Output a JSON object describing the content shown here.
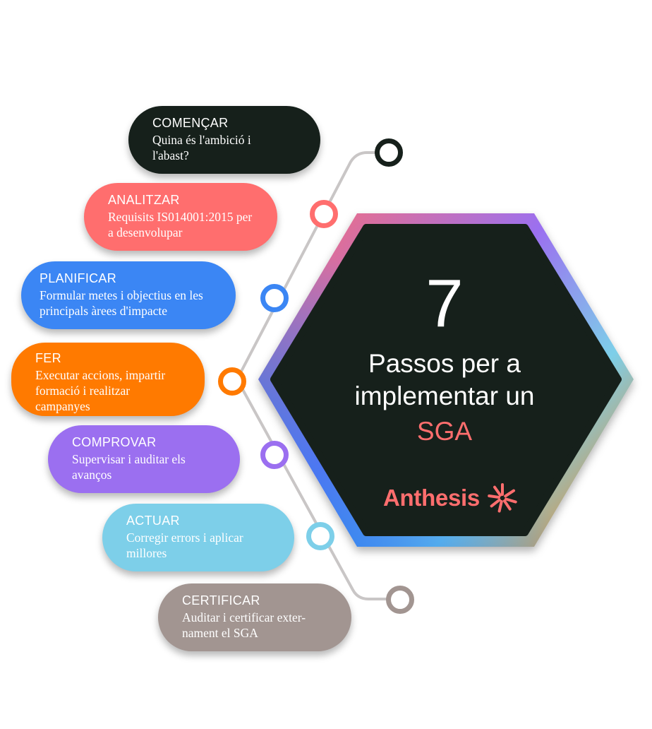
{
  "colors": {
    "dark": "#16201b",
    "coral": "#ff6e6e",
    "blue": "#3b86f4",
    "orange": "#ff7a00",
    "purple": "#9b6ff0",
    "sky": "#7dcfe9",
    "taupe": "#a29591",
    "line": "#c9c6c6"
  },
  "steps": [
    {
      "title": "COMENÇAR",
      "desc1": "Quina és l'ambició i",
      "desc2": "l'abast?",
      "desc3": ""
    },
    {
      "title": "ANALITZAR",
      "desc1": "Requisits IS014001:2015 per",
      "desc2": "a desenvolupar",
      "desc3": ""
    },
    {
      "title": "PLANIFICAR",
      "desc1": "Formular metes i objectius en les",
      "desc2": "principals àrees d'impacte",
      "desc3": ""
    },
    {
      "title": "FER",
      "desc1": "Executar accions, impartir",
      "desc2": "formació i realitzar",
      "desc3": "campanyes"
    },
    {
      "title": "COMPROVAR",
      "desc1": "Supervisar i auditar els",
      "desc2": "avanços",
      "desc3": ""
    },
    {
      "title": "ACTUAR",
      "desc1": "Corregir errors i aplicar",
      "desc2": "millores",
      "desc3": ""
    },
    {
      "title": "CERTIFICAR",
      "desc1": "Auditar i certificar exter-",
      "desc2": "nament el SGA",
      "desc3": ""
    }
  ],
  "hexagon": {
    "number": "7",
    "headline_line1": "Passos per a",
    "headline_line2": "implementar un",
    "headline_accent": "SGA"
  },
  "brand": {
    "name": "Anthesis",
    "icon": "burst-icon"
  }
}
